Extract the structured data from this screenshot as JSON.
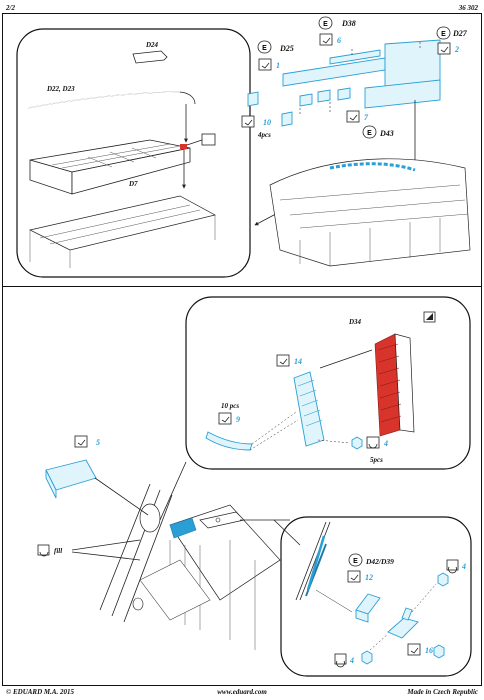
{
  "header": {
    "page": "2/2",
    "kit_number": "36 302"
  },
  "footer": {
    "copyright": "© EDUARD M.A. 2015",
    "website": "www.eduard.com",
    "origin": "Made in Czech Republic"
  },
  "colors": {
    "photo_etch": "#2a9fd6",
    "painted_part": "#d9342b"
  },
  "top_section": {
    "inset_labels": {
      "rail": "D24",
      "pipe": "D22, D23",
      "deck": "D7"
    },
    "callouts": {
      "d38": {
        "part": "D38",
        "step": "6"
      },
      "d25": {
        "part": "D25",
        "step": "1"
      },
      "d27": {
        "part": "D27",
        "step": "2"
      },
      "d43": {
        "part": "D43",
        "step": "7"
      },
      "part10": {
        "step": "10",
        "qty": "4pcs"
      }
    }
  },
  "bottom_section": {
    "upper_inset": {
      "label": "D34",
      "part14": "14",
      "part9": "9",
      "part9_qty": "10 pcs",
      "part4": "4",
      "part4_qty": "5pcs"
    },
    "part5": "5",
    "fill_label": "fill",
    "lower_inset": {
      "part_ref": "D42/D39",
      "part12": "12",
      "part4_right": "4",
      "part4_bottom": "4",
      "part16": "16"
    }
  }
}
